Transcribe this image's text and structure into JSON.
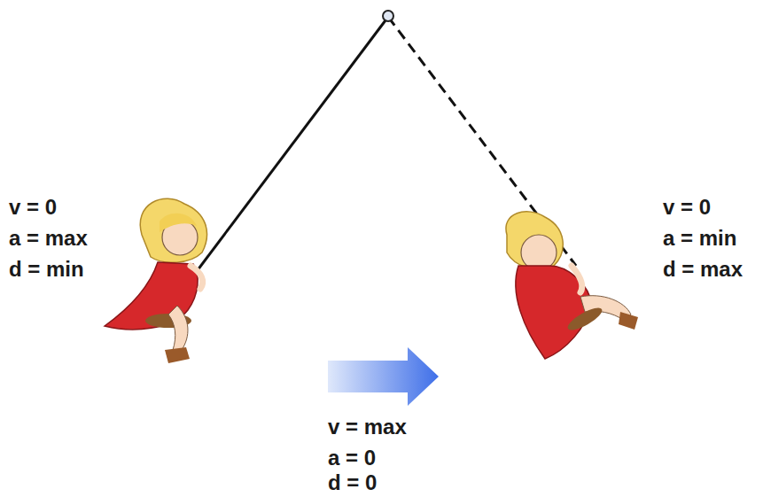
{
  "diagram": {
    "labels": [
      "v = 0",
      "a = max",
      "d = min",
      "v = 0",
      "a = min",
      "d = max",
      "v = max",
      "a = 0",
      "d = 0"
    ]
  }
}
